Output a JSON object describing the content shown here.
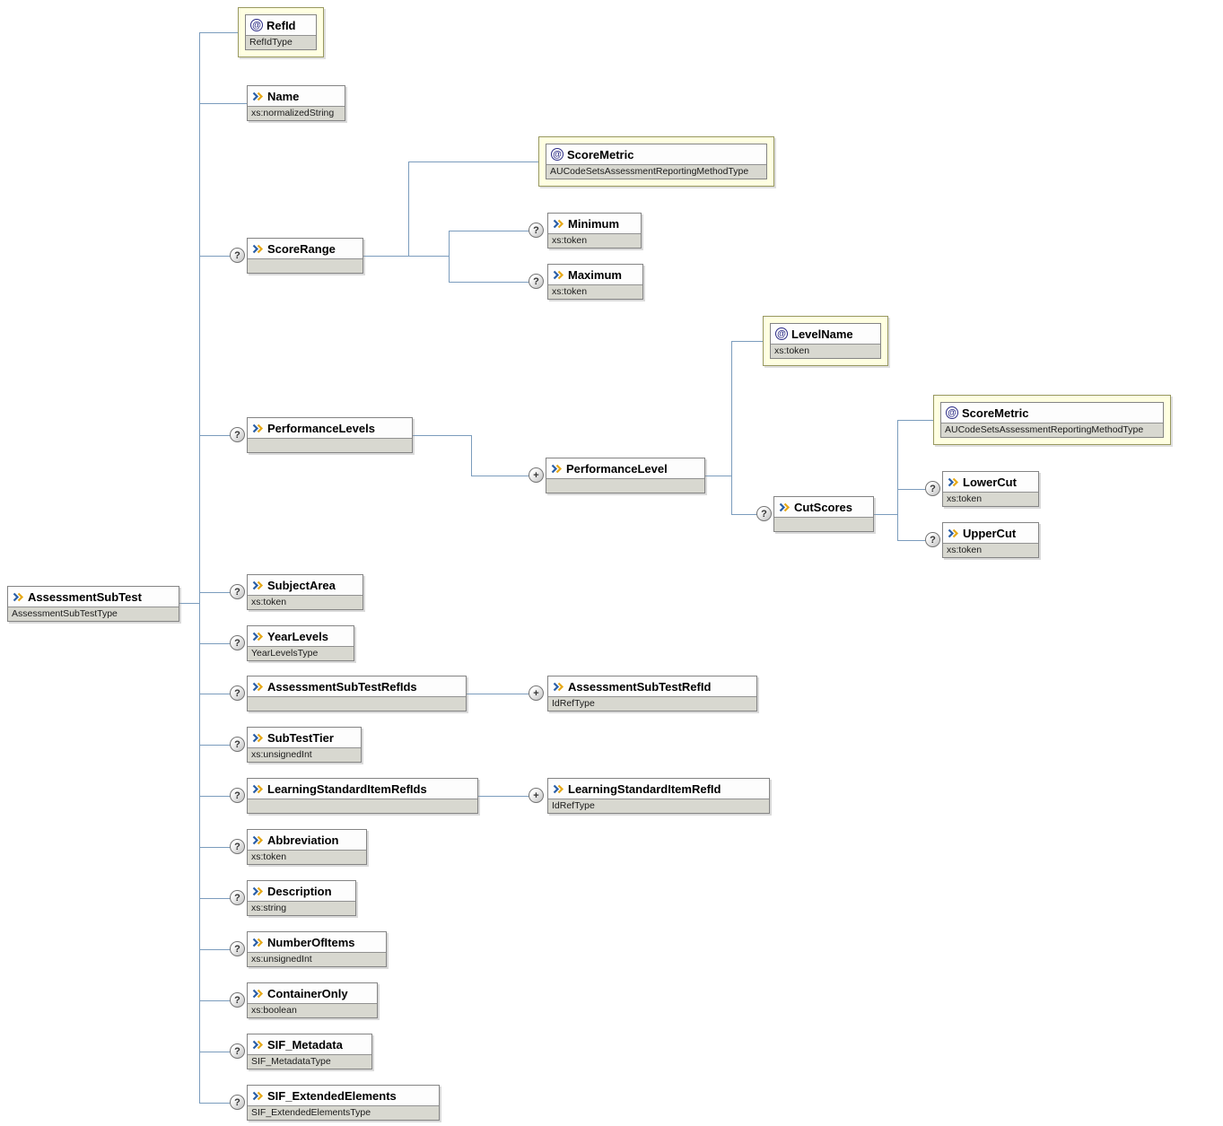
{
  "diagram": {
    "colors": {
      "line": "#7b9cbd",
      "attr_bg": "#ffffe1",
      "type_bg": "#d8d8d0"
    },
    "root": {
      "name": "AssessmentSubTest",
      "type": "AssessmentSubTestType"
    },
    "nodes": {
      "refId": {
        "kind": "attribute",
        "name": "RefId",
        "type": "RefIdType"
      },
      "name": {
        "kind": "element",
        "name": "Name",
        "type": "xs:normalizedString"
      },
      "scoreRange": {
        "kind": "element",
        "name": "ScoreRange",
        "type": "",
        "occurs": "?"
      },
      "scoreMetric1": {
        "kind": "attribute",
        "name": "ScoreMetric",
        "type": "AUCodeSetsAssessmentReportingMethodType"
      },
      "minimum": {
        "kind": "element",
        "name": "Minimum",
        "type": "xs:token",
        "occurs": "?"
      },
      "maximum": {
        "kind": "element",
        "name": "Maximum",
        "type": "xs:token",
        "occurs": "?"
      },
      "performanceLevels": {
        "kind": "element",
        "name": "PerformanceLevels",
        "type": "",
        "occurs": "?"
      },
      "performanceLevel": {
        "kind": "element",
        "name": "PerformanceLevel",
        "type": "",
        "occurs": "+"
      },
      "levelName": {
        "kind": "attribute",
        "name": "LevelName",
        "type": "xs:token"
      },
      "cutScores": {
        "kind": "element",
        "name": "CutScores",
        "type": "",
        "occurs": "?"
      },
      "scoreMetric2": {
        "kind": "attribute",
        "name": "ScoreMetric",
        "type": "AUCodeSetsAssessmentReportingMethodType"
      },
      "lowerCut": {
        "kind": "element",
        "name": "LowerCut",
        "type": "xs:token",
        "occurs": "?"
      },
      "upperCut": {
        "kind": "element",
        "name": "UpperCut",
        "type": "xs:token",
        "occurs": "?"
      },
      "subjectArea": {
        "kind": "element",
        "name": "SubjectArea",
        "type": "xs:token",
        "occurs": "?"
      },
      "yearLevels": {
        "kind": "element",
        "name": "YearLevels",
        "type": "YearLevelsType",
        "occurs": "?"
      },
      "assessmentSubTestRefIds": {
        "kind": "element",
        "name": "AssessmentSubTestRefIds",
        "type": "",
        "occurs": "?"
      },
      "assessmentSubTestRefId": {
        "kind": "element",
        "name": "AssessmentSubTestRefId",
        "type": "IdRefType",
        "occurs": "+"
      },
      "subTestTier": {
        "kind": "element",
        "name": "SubTestTier",
        "type": "xs:unsignedInt",
        "occurs": "?"
      },
      "learningStandardItemRefIds": {
        "kind": "element",
        "name": "LearningStandardItemRefIds",
        "type": "",
        "occurs": "?"
      },
      "learningStandardItemRefId": {
        "kind": "element",
        "name": "LearningStandardItemRefId",
        "type": "IdRefType",
        "occurs": "+"
      },
      "abbreviation": {
        "kind": "element",
        "name": "Abbreviation",
        "type": "xs:token",
        "occurs": "?"
      },
      "description": {
        "kind": "element",
        "name": "Description",
        "type": "xs:string",
        "occurs": "?"
      },
      "numberOfItems": {
        "kind": "element",
        "name": "NumberOfItems",
        "type": "xs:unsignedInt",
        "occurs": "?"
      },
      "containerOnly": {
        "kind": "element",
        "name": "ContainerOnly",
        "type": "xs:boolean",
        "occurs": "?"
      },
      "sifMetadata": {
        "kind": "element",
        "name": "SIF_Metadata",
        "type": "SIF_MetadataType",
        "occurs": "?"
      },
      "sifExtendedElements": {
        "kind": "element",
        "name": "SIF_ExtendedElements",
        "type": "SIF_ExtendedElementsType",
        "occurs": "?"
      }
    }
  }
}
